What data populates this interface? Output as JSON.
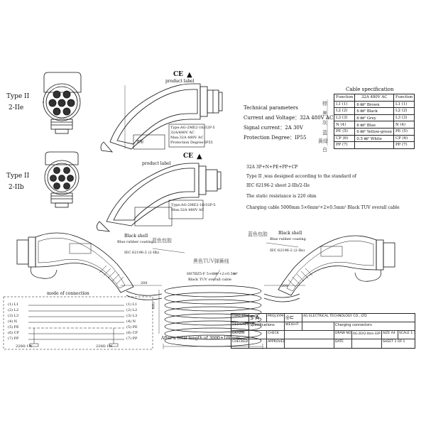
{
  "top": {
    "type_iie": "Type II",
    "type_iie_sub": "2-IIe",
    "type_iib": "Type II",
    "type_iib_sub": "2-IIb",
    "product_label": "product label",
    "ce_mark": "CE",
    "wuyin": "无铅",
    "label_line1": "Type:AG-2ME2-16/32P-5",
    "label_line2": "32A/480V AC",
    "label_line3": "Max:32A 480V AC",
    "label_line4": "Protection Degree IP55"
  },
  "tech": {
    "heading": "Technical parameters",
    "current_voltage": "Current and Voltage：32A 480V AC",
    "signal_current": "Signal current：2A  30V",
    "protection": "Protection Degree：IP55"
  },
  "cable_spec": {
    "title": "Cable specification",
    "headers": [
      "Function",
      "32A  480V AC",
      "Function"
    ],
    "rows": [
      {
        "zh": "棕",
        "f1": "L1 (1)",
        "spec": "6 ㎜² Brown",
        "f2": "L1 (1)"
      },
      {
        "zh": "黑",
        "f1": "L2 (2)",
        "spec": "6 ㎜² Black",
        "f2": "L2 (2)"
      },
      {
        "zh": "灰",
        "f1": "L3 (3)",
        "spec": "6 ㎜² Grey",
        "f2": "L3 (3)"
      },
      {
        "zh": "蓝",
        "f1": "N  (4)",
        "spec": "6 ㎜² Blue",
        "f2": "N  (4)"
      },
      {
        "zh": "黄绿",
        "f1": "PE (5)",
        "spec": "6 ㎜² Yellow-green",
        "f2": "PE (5)"
      },
      {
        "zh": "白",
        "f1": "CP (6)",
        "spec": "0.5 ㎜² White",
        "f2": "CP (6)"
      },
      {
        "zh": "",
        "f1": "PP (7)",
        "spec": "",
        "f2": "PP (7)"
      }
    ]
  },
  "notes": {
    "config": "32A 3P+N+PE+PP+CP",
    "design": "Type II ,was designed according to the standard of",
    "standard": "IEC 62196-2 sheet 2-IIb/2-IIe",
    "resistance": "The static resistance is 220 ohm",
    "cable": "Charging cable 5000mm  5×6mm²+2×0.5mm²  Black TUV overall cable"
  },
  "middle": {
    "blue_cn_left": "蓝色包胶",
    "blue_cn_right": "蓝色包胶",
    "black_shell": "Black shell",
    "blue_coating": "Blue rubber coating",
    "iec_left": "IEC 62196-2 (2-IIb)",
    "iec_right": "IEC 62196-2 (2-IIe)",
    "tuv_cn": "黑色TUV弹簧线",
    "cable_code": "H07BZ5-F 5×6㎜²+2×0.5㎜²",
    "cable_desc": "Black TUV overall cable",
    "dim_200_left": "200",
    "dim_200_right": "200",
    "dim_895": "895",
    "total_length": "After a total length of 3000±100mm"
  },
  "connection": {
    "title": "mode of connection",
    "left": [
      "(1) L1",
      "(2) L2",
      "(3) L3",
      "(4) N",
      "(5) PE",
      "(6) CP",
      "(7) PP"
    ],
    "right": [
      "(1) L1",
      "(2) L2",
      "(3) L3",
      "(4) N",
      "(5) PE",
      "(6) CP",
      "(7) PP"
    ],
    "res_left": "220Ω 1W",
    "res_right": "220Ω 1W"
  },
  "title_block": {
    "dwg_std": "DWG STD",
    "sa": "S A",
    "proj_sym": "PROJ.SYM",
    "company": "AG ELECTRICAL TECHNOLOGY CO., LTD",
    "design": "DESIGNED",
    "spec_label": "Specifications",
    "weight": "WEIGHT",
    "product": "Charging connectors",
    "drawn": "DRAWN",
    "check": "CHECK",
    "dwg_no": "DRAW NO.",
    "dwg_no_val": "AG-2EX2-IIb/e-32P-3",
    "size": "SIZE A4",
    "scale": "SCALE 1:1",
    "checked": "CHECKED",
    "approved": "APPROVED",
    "date": "DATE",
    "sheet": "SHEET 1 OF 1"
  }
}
